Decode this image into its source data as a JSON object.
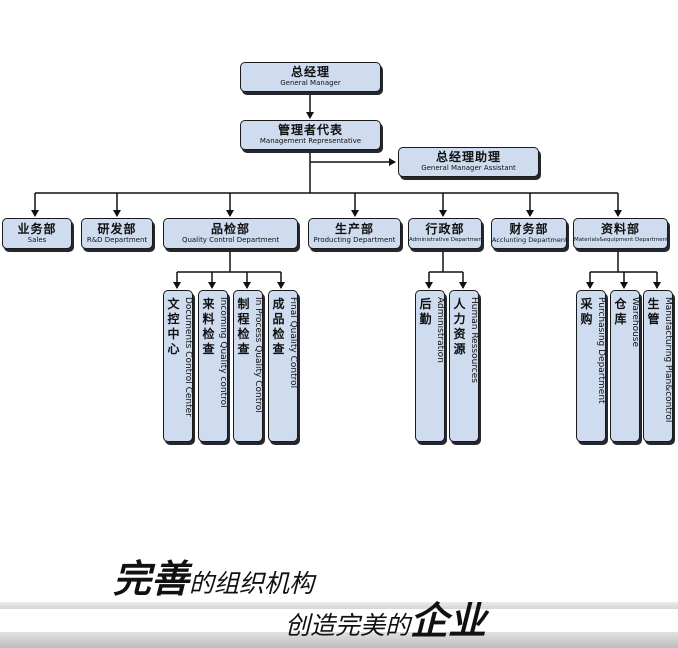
{
  "top": {
    "gm": {
      "zh": "总经理",
      "en": "General Manager"
    },
    "rep": {
      "zh": "管理者代表",
      "en": "Management Representative"
    },
    "assistant": {
      "zh": "总经理助理",
      "en": "General Manager Assistant"
    }
  },
  "departments": {
    "sales": {
      "zh": "业务部",
      "en": "Sales"
    },
    "rd": {
      "zh": "研发部",
      "en": "R&D Department"
    },
    "qc": {
      "zh": "品检部",
      "en": "Quality Control Department"
    },
    "production": {
      "zh": "生产部",
      "en": "Producting Department"
    },
    "admin": {
      "zh": "行政部",
      "en": "Administrative Department"
    },
    "finance": {
      "zh": "财务部",
      "en": "Acclunting Department"
    },
    "materials": {
      "zh": "资料部",
      "en": "Materials&equipment Department"
    }
  },
  "sub_units": {
    "doc_control": {
      "zh": "文控中心",
      "en": "Documents Control Center"
    },
    "incoming": {
      "zh": "来料检查",
      "en": "Incoming Quality control"
    },
    "in_process": {
      "zh": "制程检查",
      "en": "In Process Quality Control"
    },
    "final": {
      "zh": "成品检查",
      "en": "Final Quality Control"
    },
    "logistics": {
      "zh": "后勤",
      "en": "Administration"
    },
    "hr": {
      "zh": "人力资源",
      "en": "Human Ressources"
    },
    "purchasing": {
      "zh": "采购",
      "en": "Purchasing Department"
    },
    "warehouse": {
      "zh": "仓库",
      "en": "Warehouse"
    },
    "planning": {
      "zh": "生管",
      "en": "Manufacturing Plan&control"
    }
  },
  "slogan": {
    "line1_big": "完善",
    "line1_rest": "的组织机构",
    "line2_rest": "创造完美的",
    "line2_big": "企业"
  }
}
